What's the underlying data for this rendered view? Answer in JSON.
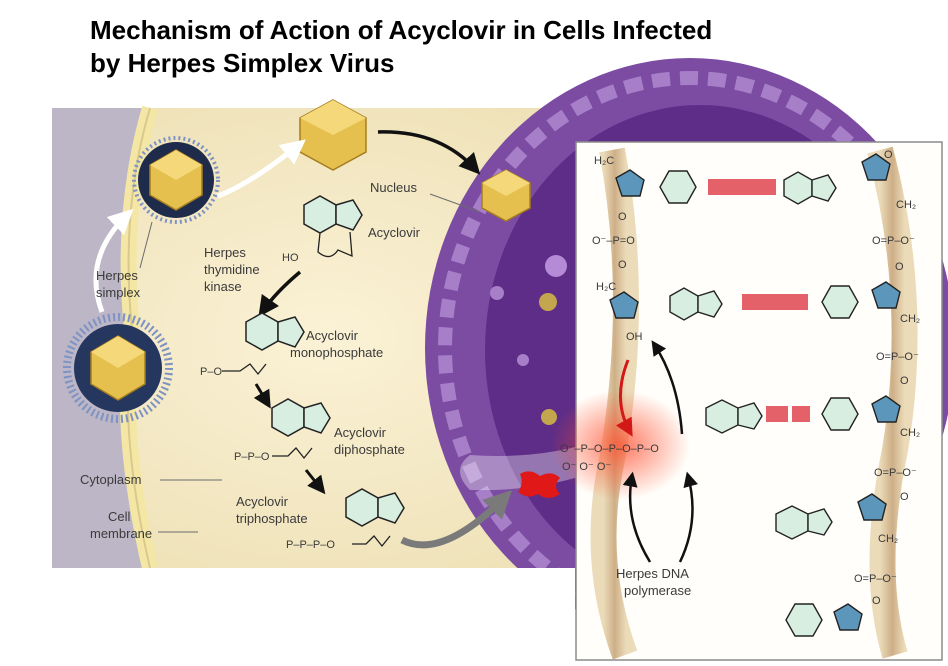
{
  "title": {
    "line1": "Mechanism of Action of Acyclovir in Cells Infected",
    "line2": "by Herpes Simplex Virus"
  },
  "cell_labels": {
    "nucleus": "Nucleus",
    "herpes_simplex": [
      "Herpes",
      "simplex"
    ],
    "cytoplasm": "Cytoplasm",
    "cell_membrane": [
      "Cell",
      "membrane"
    ]
  },
  "pathway": {
    "enzyme": [
      "Herpes",
      "thymidine",
      "kinase"
    ],
    "acyclovir": "Acyclovir",
    "monophosphate": [
      "Acyclovir",
      "monophosphate"
    ],
    "diphosphate": [
      "Acyclovir",
      "diphosphate"
    ],
    "triphosphate": [
      "Acyclovir",
      "triphosphate"
    ],
    "groups": {
      "ho": "HO",
      "mono": "P–O",
      "di": "P–P–O",
      "tri": "P–P–P–O"
    }
  },
  "dna_panel": {
    "polymerase": [
      "Herpes DNA",
      "polymerase"
    ],
    "h2c": "H₂C",
    "ch2": "CH₂",
    "oh": "OH",
    "o": "O",
    "p": "P",
    "o_minus": "O⁻",
    "phosphate": "O⁻–P=O",
    "phosphate_r": "O=P–O⁻",
    "triphosphate_chain": "O⁻–P–O–P–O–P–O",
    "o_minus_row": "O⁻       O⁻       O⁻"
  },
  "colors": {
    "background_cell": "#bfb9c9",
    "cytoplasm": "#f1e7c7",
    "nucleus": "#7c4ba3",
    "base_ring": "#d8eee0",
    "sugar_ring": "#5c97bb",
    "pairing_bar": "#e0454f",
    "virus_capsid": "#e7c24f",
    "polymerase_red": "#e01818"
  }
}
